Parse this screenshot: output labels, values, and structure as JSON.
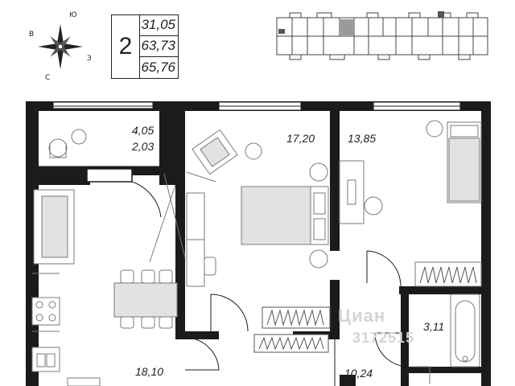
{
  "compass": {
    "north": "Ю",
    "west": "В",
    "east": "З",
    "south": "С"
  },
  "apartment": {
    "rooms_count": "2",
    "areas": [
      "31,05",
      "63,73",
      "65,76"
    ]
  },
  "room_labels": {
    "balcony_a": "4,05",
    "balcony_b": "2,03",
    "living_room": "17,20",
    "bedroom": "13,85",
    "kitchen": "18,10",
    "hallway": "10,24",
    "bathroom": "3,11"
  },
  "watermark": {
    "brand": "Циан",
    "phone": "3172515"
  },
  "colors": {
    "wall": "#1b1b1b",
    "furniture_fill": "#e2e2e2",
    "furniture_stroke": "#7a7a7a",
    "dark_zone": "#2a2a2a"
  }
}
